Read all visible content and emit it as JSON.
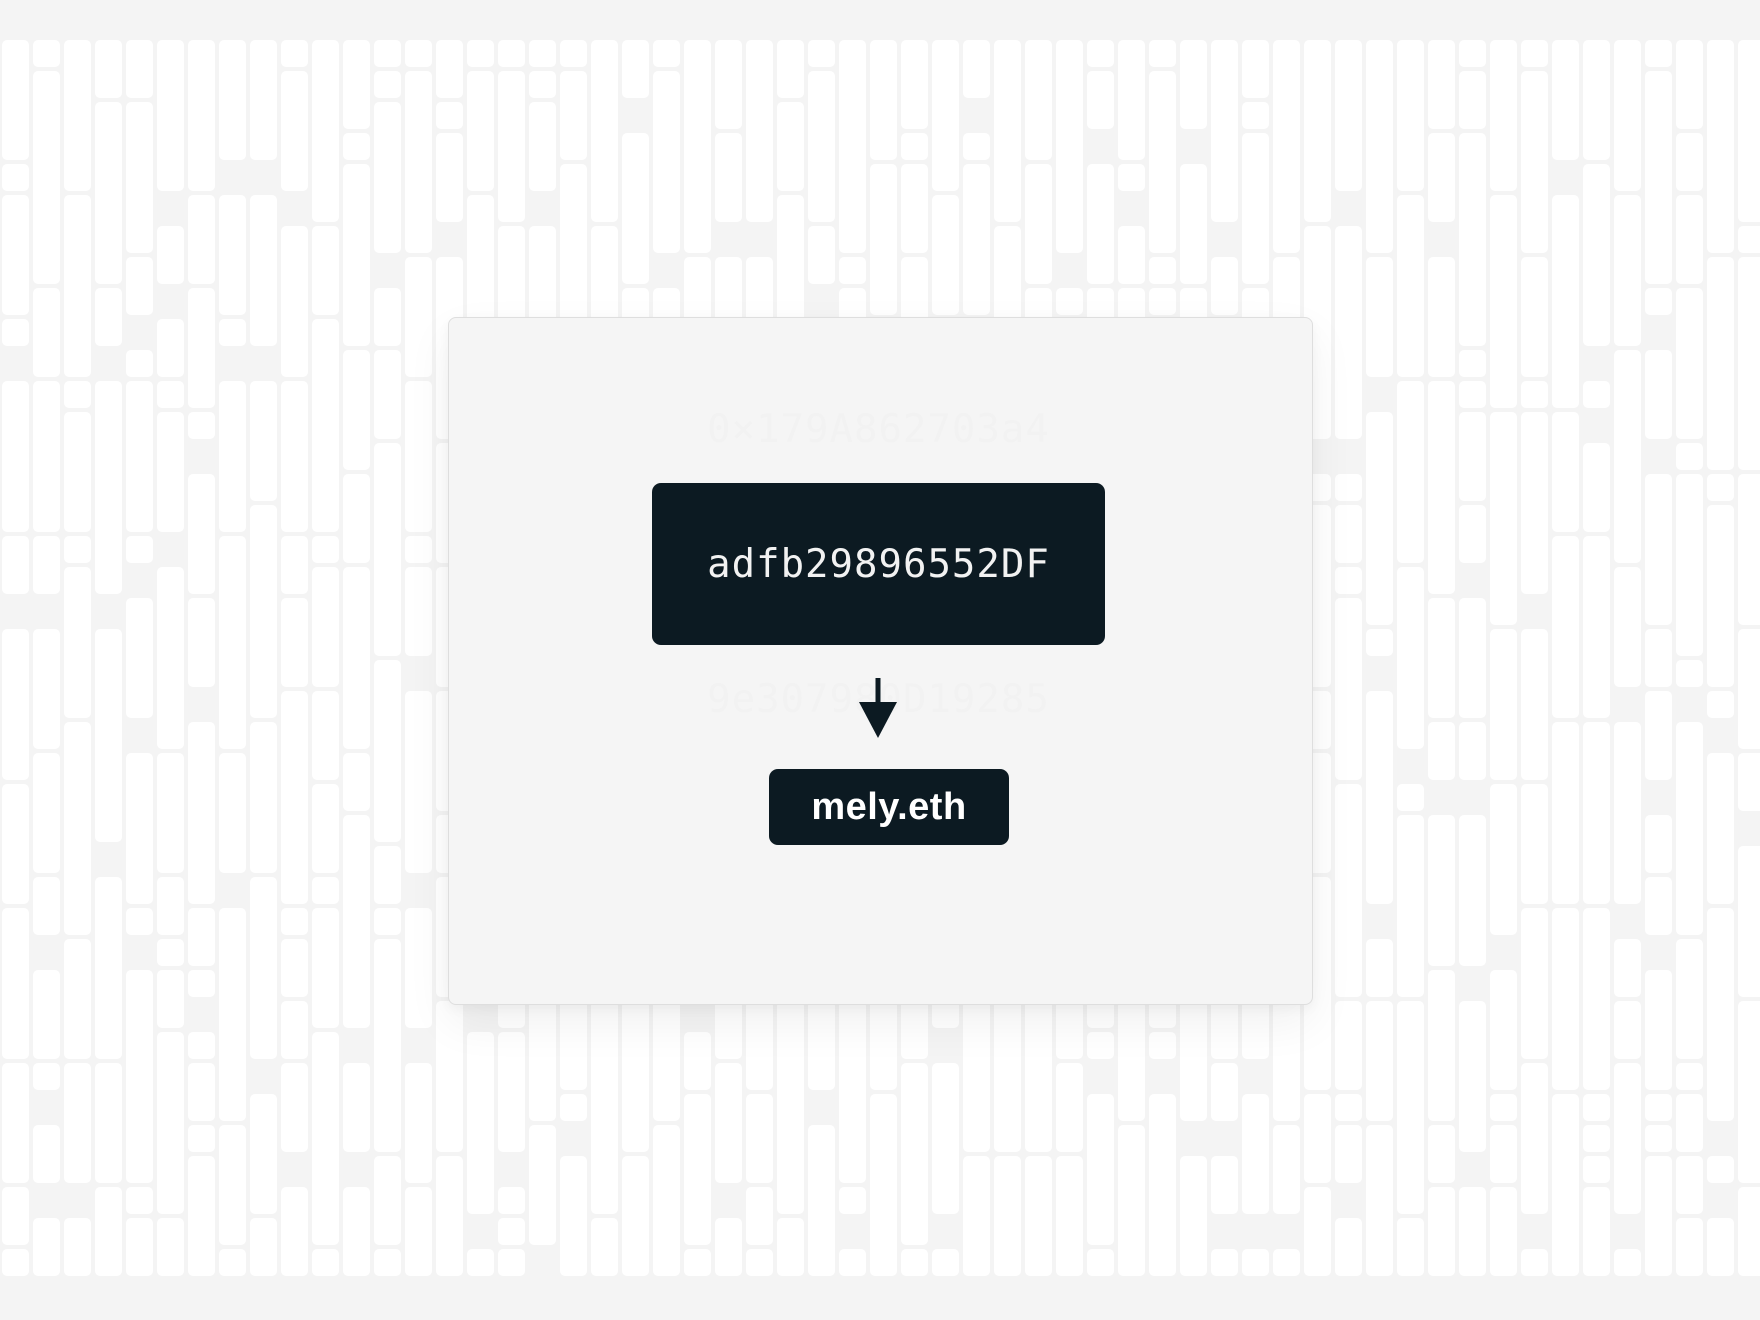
{
  "diagram": {
    "address_lines": [
      "0×179A862703a4",
      "adfb29896552DF",
      "9e307980D19285"
    ],
    "arrow_icon": "arrow-down-icon",
    "ens_name": "mely.eth"
  },
  "colors": {
    "background": "#f4f4f4",
    "pattern_bar": "#ffffff",
    "card": "#f5f5f5",
    "box": "#0c1a22",
    "box_text": "#f2f2f2"
  }
}
